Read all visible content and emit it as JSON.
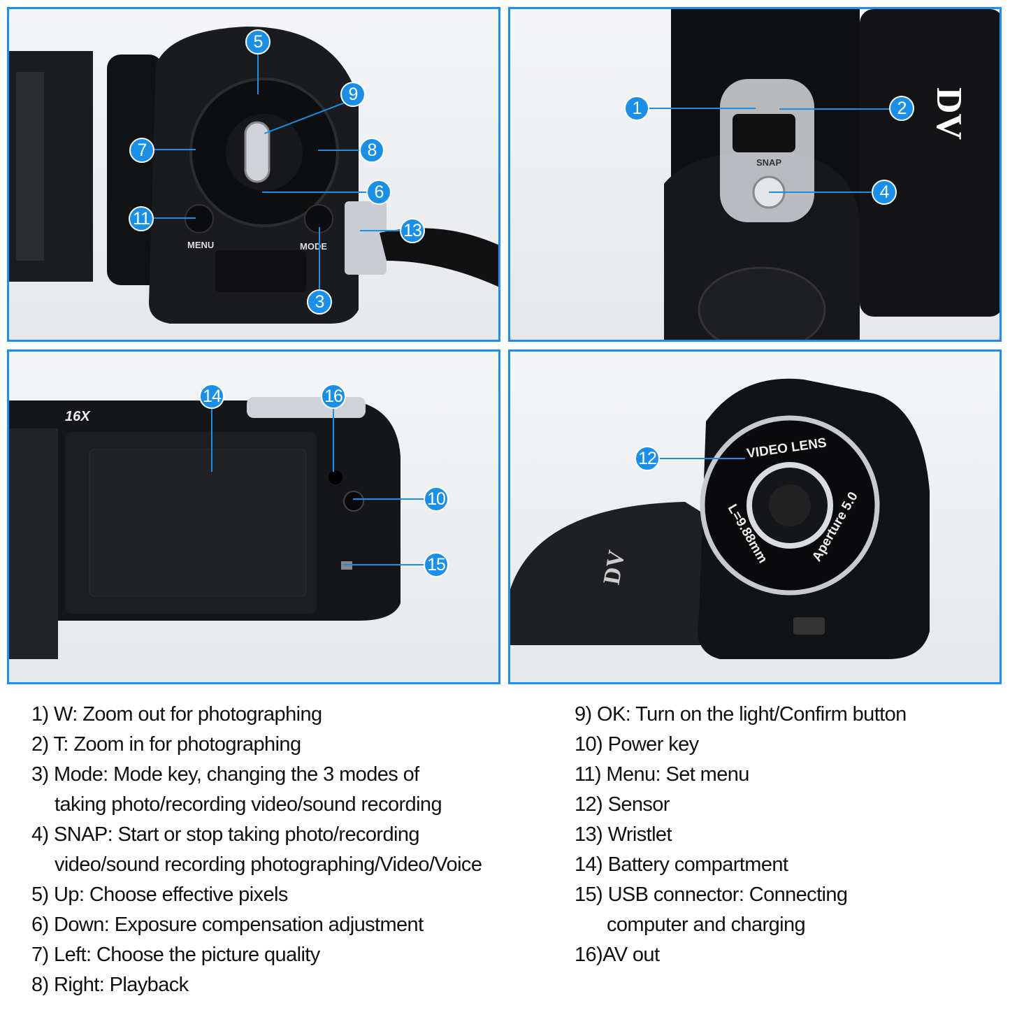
{
  "colors": {
    "accent": "#1a8fe8",
    "border": "#1e8ff0",
    "camera": "#141416"
  },
  "panels": {
    "front_controls": {
      "callouts": [
        "5",
        "9",
        "7",
        "8",
        "6",
        "11",
        "13",
        "3"
      ],
      "printed": {
        "menu": "MENU",
        "mode": "MODE"
      }
    },
    "top_zoom": {
      "callouts": [
        "1",
        "2",
        "4"
      ],
      "printed": {
        "snap": "SNAP",
        "dv": "DV"
      }
    },
    "side_ports": {
      "callouts": [
        "14",
        "16",
        "10",
        "15"
      ],
      "printed": {
        "zoom": "16X"
      }
    },
    "lens": {
      "callouts": [
        "12"
      ],
      "printed": {
        "lens": "VIDEO LENS",
        "focal": "L=9.88mm",
        "aperture": "Aperture 5.0",
        "dv": "DV"
      }
    }
  },
  "legend": {
    "left": [
      "1) W: Zoom out for photographing",
      "2) T: Zoom in for photographing",
      "3) Mode: Mode key, changing the 3 modes of",
      "taking photo/recording video/sound recording",
      "4) SNAP: Start or stop taking photo/recording",
      "video/sound recording photographing/Video/Voice",
      "5) Up: Choose effective pixels",
      "6) Down: Exposure compensation adjustment",
      "7) Left: Choose the picture quality",
      "8) Right: Playback"
    ],
    "right": [
      "9) OK: Turn on the light/Confirm button",
      "10) Power key",
      "11) Menu: Set menu",
      "12) Sensor",
      "13) Wristlet",
      "14) Battery compartment",
      "15) USB connector: Connecting",
      "computer and charging",
      "16)AV out"
    ]
  }
}
